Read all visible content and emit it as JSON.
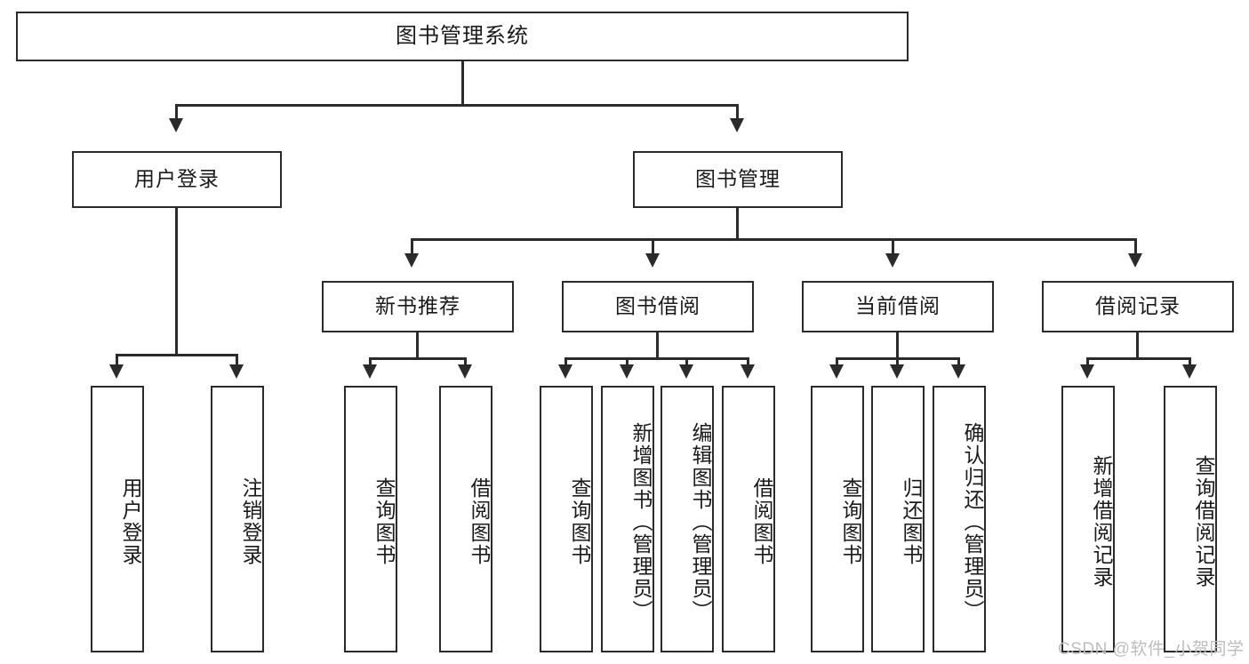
{
  "diagram": {
    "title": "图书管理系统",
    "type": "功能结构图",
    "root": {
      "label": "图书管理系统"
    },
    "level2": [
      {
        "label": "用户登录"
      },
      {
        "label": "图书管理"
      }
    ],
    "level3": [
      {
        "label": "新书推荐"
      },
      {
        "label": "图书借阅"
      },
      {
        "label": "当前借阅"
      },
      {
        "label": "借阅记录"
      }
    ],
    "leaves": {
      "user_login": [
        {
          "label": "用户登录"
        },
        {
          "label": "注销登录"
        }
      ],
      "new_book": [
        {
          "label": "查询图书"
        },
        {
          "label": "借阅图书"
        }
      ],
      "borrow_book": [
        {
          "label": "查询图书"
        },
        {
          "label": "新增图书（管理员）"
        },
        {
          "label": "编辑图书（管理员）"
        },
        {
          "label": "借阅图书"
        }
      ],
      "current_borrow": [
        {
          "label": "查询图书"
        },
        {
          "label": "归还图书"
        },
        {
          "label": "确认归还（管理员）"
        }
      ],
      "borrow_record": [
        {
          "label": "新增借阅记录"
        },
        {
          "label": "查询借阅记录"
        }
      ]
    }
  },
  "watermark": {
    "text": "CSDN @软件_小贺同学"
  },
  "colors": {
    "stroke": "#2b2b2b",
    "background": "#ffffff",
    "text": "#1a1a1a",
    "watermark": "#bdbdbd"
  }
}
